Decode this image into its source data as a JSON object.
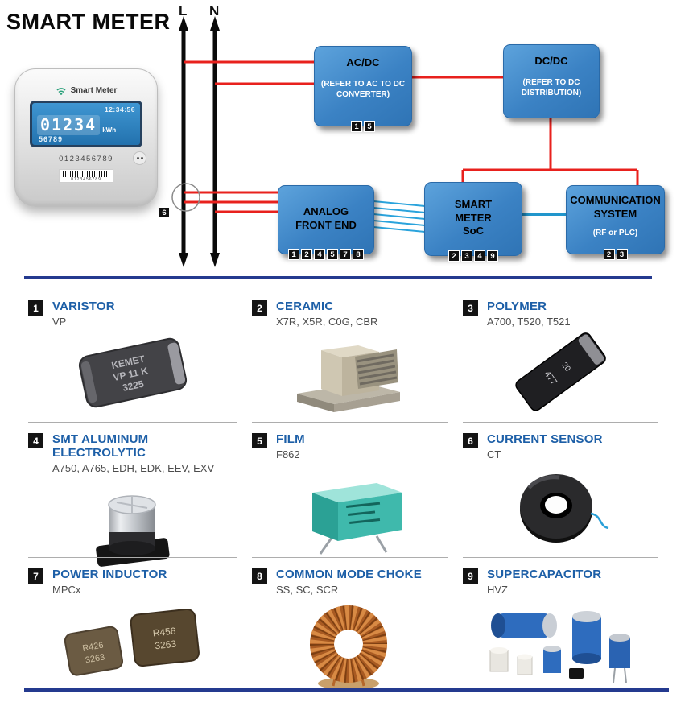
{
  "title": "SMART METER",
  "diagram": {
    "line_labels": {
      "l": "L",
      "n": "N"
    },
    "sensor_badge": "6",
    "blocks": [
      {
        "name": "ac-dc",
        "title_lines": [
          "AC/DC"
        ],
        "subtitle": "(REFER TO AC TO DC CONVERTER)",
        "badges": [
          "1",
          "5"
        ]
      },
      {
        "name": "dc-dc",
        "title_lines": [
          "DC/DC"
        ],
        "subtitle": "(REFER TO DC DISTRIBUTION)",
        "badges": []
      },
      {
        "name": "analog-front-end",
        "title_lines": [
          "ANALOG",
          "FRONT END"
        ],
        "subtitle": "",
        "badges": [
          "1",
          "2",
          "4",
          "5",
          "7",
          "8"
        ]
      },
      {
        "name": "smart-meter-soc",
        "title_lines": [
          "SMART",
          "METER",
          "SoC"
        ],
        "subtitle": "",
        "badges": [
          "2",
          "3",
          "4",
          "9"
        ]
      },
      {
        "name": "communication-system",
        "title_lines": [
          "COMMUNICATION",
          "SYSTEM"
        ],
        "subtitle": "(RF or PLC)",
        "badges": [
          "2",
          "3"
        ]
      }
    ]
  },
  "meter": {
    "brand": "Smart Meter",
    "time": "12:34:56",
    "reading": "01234",
    "unit": "kWh",
    "sub_reading": "56789",
    "serial": "0123456789",
    "barcode": "0123456789"
  },
  "components": [
    {
      "num": "1",
      "title": "VARISTOR",
      "subtitle": "VP"
    },
    {
      "num": "2",
      "title": "CERAMIC",
      "subtitle": "X7R, X5R, C0G, CBR"
    },
    {
      "num": "3",
      "title": "POLYMER",
      "subtitle": "A700, T520, T521"
    },
    {
      "num": "4",
      "title": "SMT ALUMINUM ELECTROLYTIC",
      "subtitle": "A750, A765, EDH, EDK, EEV, EXV"
    },
    {
      "num": "5",
      "title": "FILM",
      "subtitle": "F862"
    },
    {
      "num": "6",
      "title": "CURRENT SENSOR",
      "subtitle": "CT"
    },
    {
      "num": "7",
      "title": "POWER INDUCTOR",
      "subtitle": "MPCx"
    },
    {
      "num": "8",
      "title": "COMMON MODE CHOKE",
      "subtitle": "SS, SC, SCR"
    },
    {
      "num": "9",
      "title": "SUPERCAPACITOR",
      "subtitle": "HVZ"
    }
  ],
  "markings": {
    "varistor": [
      "KEMET",
      "VP 11 K",
      "3225"
    ],
    "polymer": [
      "477",
      "20"
    ],
    "inductor_small": [
      "R426",
      "3263"
    ],
    "inductor_large": [
      "R456",
      "3263"
    ]
  },
  "colors": {
    "block_fill": "#3b82c4",
    "power_line_red": "#e8211d",
    "signal_line_blue": "#2aa3dc",
    "divider_navy": "#243a8f",
    "component_title_blue": "#1d5fa7",
    "badge_black": "#141414"
  }
}
